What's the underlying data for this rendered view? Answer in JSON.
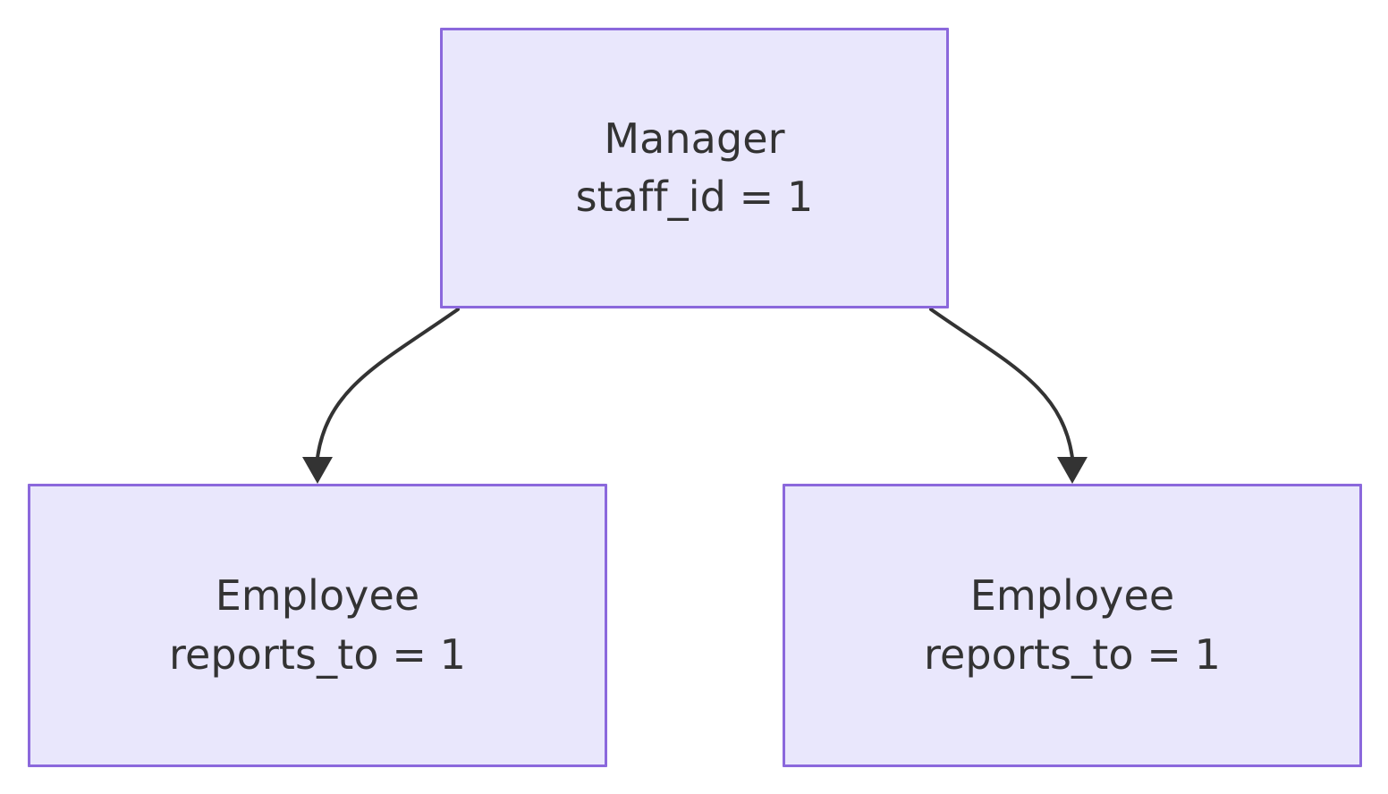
{
  "diagram": {
    "type": "flowchart",
    "direction": "top-down",
    "background_color": "#ffffff",
    "node_fill_color": "#e9e7fc",
    "node_border_color": "#8b68dc",
    "node_text_color": "#333333",
    "edge_color": "#333333",
    "nodes": [
      {
        "id": "manager",
        "title": "Manager",
        "detail": "staff_id = 1"
      },
      {
        "id": "employee-left",
        "title": "Employee",
        "detail": "reports_to = 1"
      },
      {
        "id": "employee-right",
        "title": "Employee",
        "detail": "reports_to = 1"
      }
    ],
    "edges": [
      {
        "id": "manager-to-employee-left",
        "from": "manager",
        "to": "employee-left",
        "label": "",
        "arrowhead": "filled-triangle"
      },
      {
        "id": "manager-to-employee-right",
        "from": "manager",
        "to": "employee-right",
        "label": "",
        "arrowhead": "filled-triangle"
      }
    ]
  }
}
